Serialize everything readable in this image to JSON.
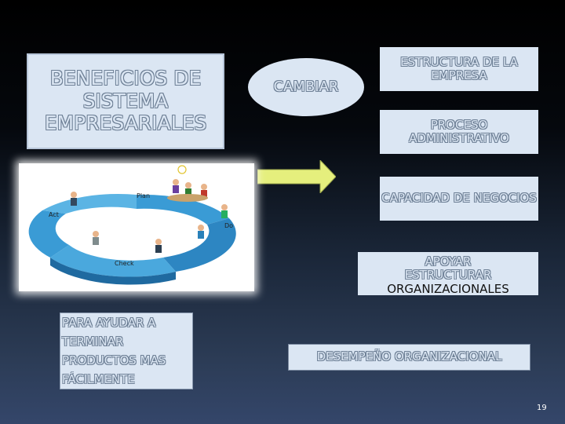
{
  "title": "BENEFICIOS DE SISTEMA EMPRESARIALES",
  "center_label": "CAMBIAR",
  "right_items": [
    "ESTRUCTURA DE LA EMPRESA",
    "PROCESO ADMINISTRATIVO",
    "CAPACIDAD DE NEGOCIOS"
  ],
  "apoyar": {
    "line1": "APOYAR",
    "line2": "ESTRUCTURAR",
    "line3": "ORGANIZACIONALES"
  },
  "desempeno": "DESEMPEÑO ORGANIZACIONAL",
  "bottom_left": "PARA AYUDAR A TERMINAR PRODUCTOS MAS FÁCILMENTE",
  "cycle_labels": {
    "plan": "Plan",
    "do": "Do",
    "check": "Check",
    "act": "Act"
  },
  "page_number": "19",
  "colors": {
    "box_fill": "#dbe6f3",
    "arrow_fill": "#e5ef7d",
    "cycle_blue": "#3a9bd5"
  }
}
